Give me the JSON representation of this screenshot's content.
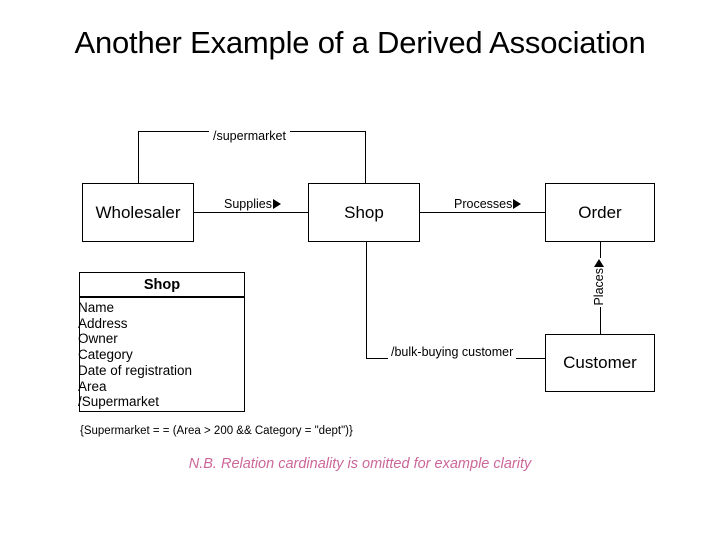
{
  "slide": {
    "title": "Another Example of a Derived Association",
    "background_color": "#ffffff"
  },
  "classes": [
    {
      "id": "wholesaler",
      "name": "Wholesaler"
    },
    {
      "id": "shop",
      "name": "Shop"
    },
    {
      "id": "order",
      "name": "Order"
    },
    {
      "id": "customer",
      "name": "Customer"
    }
  ],
  "class_box": {
    "name": "Shop",
    "attributes": [
      "Name",
      "Address",
      "Owner",
      "Category",
      "Date of registration",
      "Area",
      "/Supermarket"
    ]
  },
  "associations": [
    {
      "id": "supermarket",
      "label": "/supermarket",
      "from": "Wholesaler",
      "to": "Shop",
      "derived": true,
      "arrow": "none"
    },
    {
      "id": "supplies",
      "label": "Supplies",
      "from": "Wholesaler",
      "to": "Shop",
      "derived": false,
      "arrow": "right"
    },
    {
      "id": "processes",
      "label": "Processes",
      "from": "Shop",
      "to": "Order",
      "derived": false,
      "arrow": "right"
    },
    {
      "id": "places",
      "label": "Places",
      "from": "Customer",
      "to": "Order",
      "derived": false,
      "arrow": "up"
    },
    {
      "id": "bulk",
      "label": "/bulk-buying customer",
      "from": "Shop",
      "to": "Customer",
      "derived": true,
      "arrow": "none"
    }
  ],
  "constraint": {
    "text": "{Supermarket = = (Area > 200 && Category = \"dept\")}"
  },
  "note": {
    "text": "N.B. Relation cardinality is omitted for example clarity",
    "color": "#cc6699"
  }
}
